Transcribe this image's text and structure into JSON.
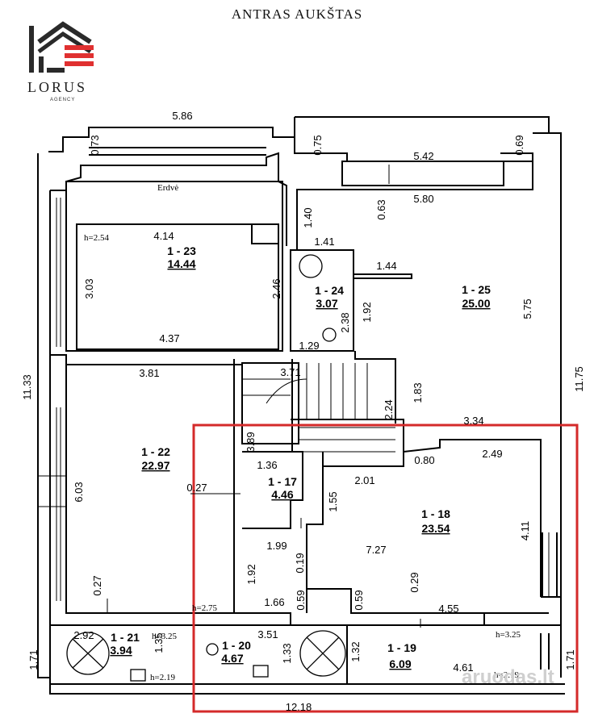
{
  "title": "ANTRAS AUKŠTAS",
  "logo": {
    "name": "LORUS",
    "sub": "AGENCY"
  },
  "watermark": "aruodas.lt",
  "colors": {
    "wall": "#000000",
    "highlight": "#d42a2a",
    "logo_dark": "#2a2a2a",
    "logo_red": "#e03030"
  },
  "rooms": [
    {
      "id": "1 - 23",
      "area": "14.44"
    },
    {
      "id": "1 - 24",
      "area": "3.07"
    },
    {
      "id": "1 - 25",
      "area": "25.00"
    },
    {
      "id": "1 - 22",
      "area": "22.97"
    },
    {
      "id": "1 - 17",
      "area": "4.46"
    },
    {
      "id": "1 - 18",
      "area": "23.54"
    },
    {
      "id": "1 - 21",
      "area": "3.94"
    },
    {
      "id": "1 - 20",
      "area": "4.67"
    },
    {
      "id": "1 - 19",
      "area": "6.09"
    }
  ],
  "labels": {
    "erdve": "Erdvė",
    "h254": "h=2.54",
    "h325a": "h=3.25",
    "h219a": "h=2.19",
    "h275": "h=2.75",
    "h325b": "h=3.25",
    "h219b": "h=2.19"
  },
  "dims": {
    "d586": "5.86",
    "d073": "0.73",
    "d075": "0.75",
    "d542": "5.42",
    "d069": "0.69",
    "d063": "0.63",
    "d580": "5.80",
    "d140": "1.40",
    "d141": "1.41",
    "d144": "1.44",
    "d414": "4.14",
    "d303": "3.03",
    "d246": "2.46",
    "d437": "4.37",
    "d192a": "1.92",
    "d238": "2.38",
    "d129": "1.29",
    "d575": "5.75",
    "d1133": "11.33",
    "d1175": "11.75",
    "d381": "3.81",
    "d371": "3.71",
    "d183": "1.83",
    "d224": "2.24",
    "d334": "3.34",
    "d389": "3.89",
    "d136": "1.36",
    "d080": "0.80",
    "d249": "2.49",
    "d603": "6.03",
    "d027a": "0.27",
    "d201": "2.01",
    "d155": "1.55",
    "d411": "4.11",
    "d199": "1.99",
    "d727": "7.27",
    "d019": "0.19",
    "d192b": "1.92",
    "d029": "0.29",
    "d027b": "0.27",
    "d166": "1.66",
    "d059a": "0.59",
    "d059b": "0.59",
    "d455": "4.55",
    "d292": "2.92",
    "d351": "3.51",
    "d135": "1.35",
    "d133": "1.33",
    "d132": "1.32",
    "d461": "4.61",
    "d171a": "1.71",
    "d171b": "1.71",
    "d1218": "12.18"
  }
}
